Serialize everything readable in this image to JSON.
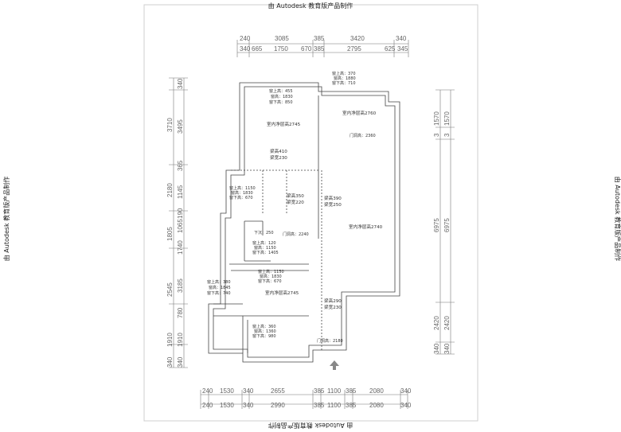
{
  "watermark": "由 Autodesk 教育版产品制作",
  "dims": {
    "top_row1": [
      "240",
      "3085",
      "385",
      "3420",
      "340"
    ],
    "top_row2": [
      "340",
      "665",
      "1750",
      "670",
      "385",
      "2795",
      "625",
      "345"
    ],
    "left_row1": [
      "3710",
      "2180",
      "1805",
      "2545",
      "1910",
      "340"
    ],
    "left_row2": [
      "340",
      "3495",
      "365",
      "1145",
      "190",
      "1065",
      "1740",
      "3185",
      "780",
      "1910",
      "340"
    ],
    "right": [
      "1570",
      "3",
      "6975",
      "2420",
      "340"
    ],
    "bottom_row1": [
      "240",
      "1530",
      "340",
      "2655",
      "385",
      "1100",
      "385",
      "2080",
      "340"
    ],
    "bottom_row2": [
      "240",
      "1530",
      "340",
      "2990",
      "385",
      "1100",
      "385",
      "2080",
      "340"
    ]
  },
  "notes": {
    "win_top": [
      "窗上高：370",
      "窗高：1880",
      "窗下高：710"
    ],
    "win_a": [
      "窗上高：455",
      "窗高：1830",
      "窗下高：850"
    ],
    "win_b": [
      "窗上高：1150",
      "窗高：1830",
      "窗下高：670"
    ],
    "win_c": [
      "窗上高：120",
      "窗高：1150",
      "窗下高：1405"
    ],
    "win_d": [
      "窗上高：1150",
      "窗高：1830",
      "窗下高：670"
    ],
    "win_e": [
      "窗上高：380",
      "窗高：1845",
      "窗下高：740"
    ],
    "win_f": [
      "窗上高：360",
      "窗高：1360",
      "窗下高：980"
    ],
    "beam_a": [
      "梁高410",
      "梁宽230"
    ],
    "beam_b": [
      "梁高350",
      "梁宽220"
    ],
    "beam_c": [
      "梁高390",
      "梁宽250"
    ],
    "beam_d": [
      "梁高290",
      "梁宽230"
    ],
    "room1": "室内净层高2745",
    "room2": "室内净层高2760",
    "room3": "室内净层高2740",
    "room4": "室内净层高2745",
    "door_a": "门洞高：2360",
    "door_b": "门洞高：2240",
    "door_c": "门洞高：2180",
    "lower_a": "下沉：250"
  }
}
